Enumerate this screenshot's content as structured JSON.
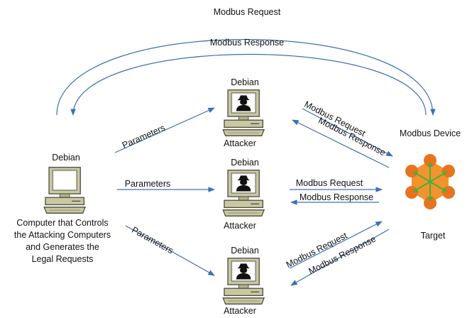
{
  "top": {
    "request": "Modbus Request",
    "response": "Modbus Response"
  },
  "controller": {
    "os": "Debian",
    "caption": [
      "Computer that Controls",
      "the Attacking Computers",
      "and Generates the",
      "Legal Requests"
    ]
  },
  "param_label": "Parameters",
  "attackers": [
    {
      "os": "Debian",
      "role": "Attacker"
    },
    {
      "os": "Debian",
      "role": "Attacker"
    },
    {
      "os": "Debian",
      "role": "Attacker"
    }
  ],
  "links": {
    "request": "Modbus Request",
    "response": "Modbus Response"
  },
  "target": {
    "title": "Modbus Device",
    "caption": "Target"
  },
  "colors": {
    "arrow": "#3d6fb6",
    "hex_fill": "#f2932e",
    "node_fill": "#e8731e",
    "spoke": "#4caf3a",
    "monitor_body": "#c9c8a3",
    "screen_outer": "#e8e8e8",
    "screen_inner": "#ffffff"
  }
}
